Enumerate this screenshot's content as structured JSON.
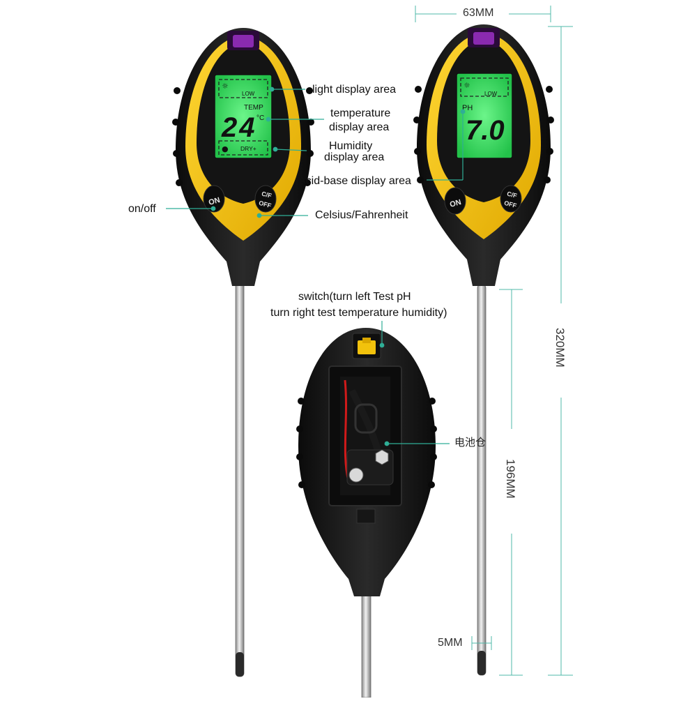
{
  "callouts": {
    "light": "light display area",
    "temperature_1": "temperature",
    "temperature_2": "display area",
    "humidity_1": "Humidity",
    "humidity_2": "display area",
    "acid_base": "Acid-base display area",
    "onoff": "on/off",
    "celsius": "Celsius/Fahrenheit",
    "switch_1": "switch(turn left Test pH",
    "switch_2": "turn right test temperature humidity)",
    "battery": "电池仓"
  },
  "dimensions": {
    "width": "63MM",
    "length": "320MM",
    "probe_length": "196MM",
    "probe_diameter": "5MM"
  },
  "left_device": {
    "lcd_low": "LOW",
    "lcd_temp": "TEMP",
    "lcd_value": "24",
    "lcd_unit": "°C",
    "lcd_dry": "DRY+",
    "btn_on": "ON",
    "btn_cf": "C/F",
    "btn_off": "OFF"
  },
  "right_device": {
    "lcd_low": "LOW",
    "lcd_ph": "PH",
    "lcd_value": "7.0",
    "btn_on": "ON",
    "btn_cf": "C/F",
    "btn_off": "OFF"
  },
  "colors": {
    "body": "#151515",
    "ring": "#f2c20c",
    "lcd": "#38e060",
    "leader": "#2fae96",
    "dim_line": "#4fb8a8"
  }
}
